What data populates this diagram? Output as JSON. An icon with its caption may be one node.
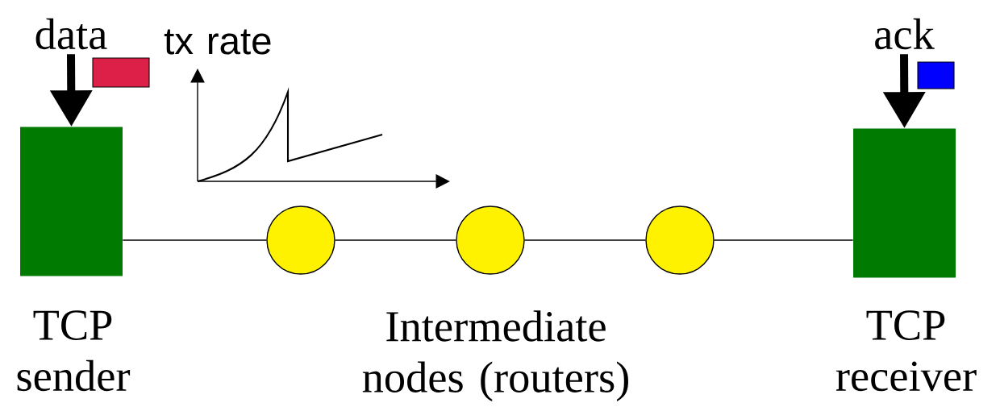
{
  "diagram": {
    "nodes": [
      {
        "text": [
          "data"
        ]
      },
      {
        "text": [
          "TCP sender"
        ]
      },
      {
        "text": [],
        "shape": "circle"
      },
      {
        "text": [],
        "shape": "circle"
      },
      {
        "text": [],
        "shape": "circle"
      },
      {
        "text": [
          "TCP receiver"
        ]
      },
      {
        "text": [
          "ack"
        ]
      }
    ],
    "edges": [
      {
        "from": 0,
        "to": 1,
        "arrow": "to",
        "style": "thick"
      },
      {
        "from": 1,
        "to": 2,
        "arrow": "none"
      },
      {
        "from": 2,
        "to": 3,
        "arrow": "none"
      },
      {
        "from": 3,
        "to": 4,
        "arrow": "none"
      },
      {
        "from": 4,
        "to": 5,
        "arrow": "none"
      },
      {
        "from": 6,
        "to": 5,
        "arrow": "to",
        "style": "thick"
      }
    ],
    "labels": [
      "tx rate",
      "Intermediate nodes (routers)"
    ]
  }
}
